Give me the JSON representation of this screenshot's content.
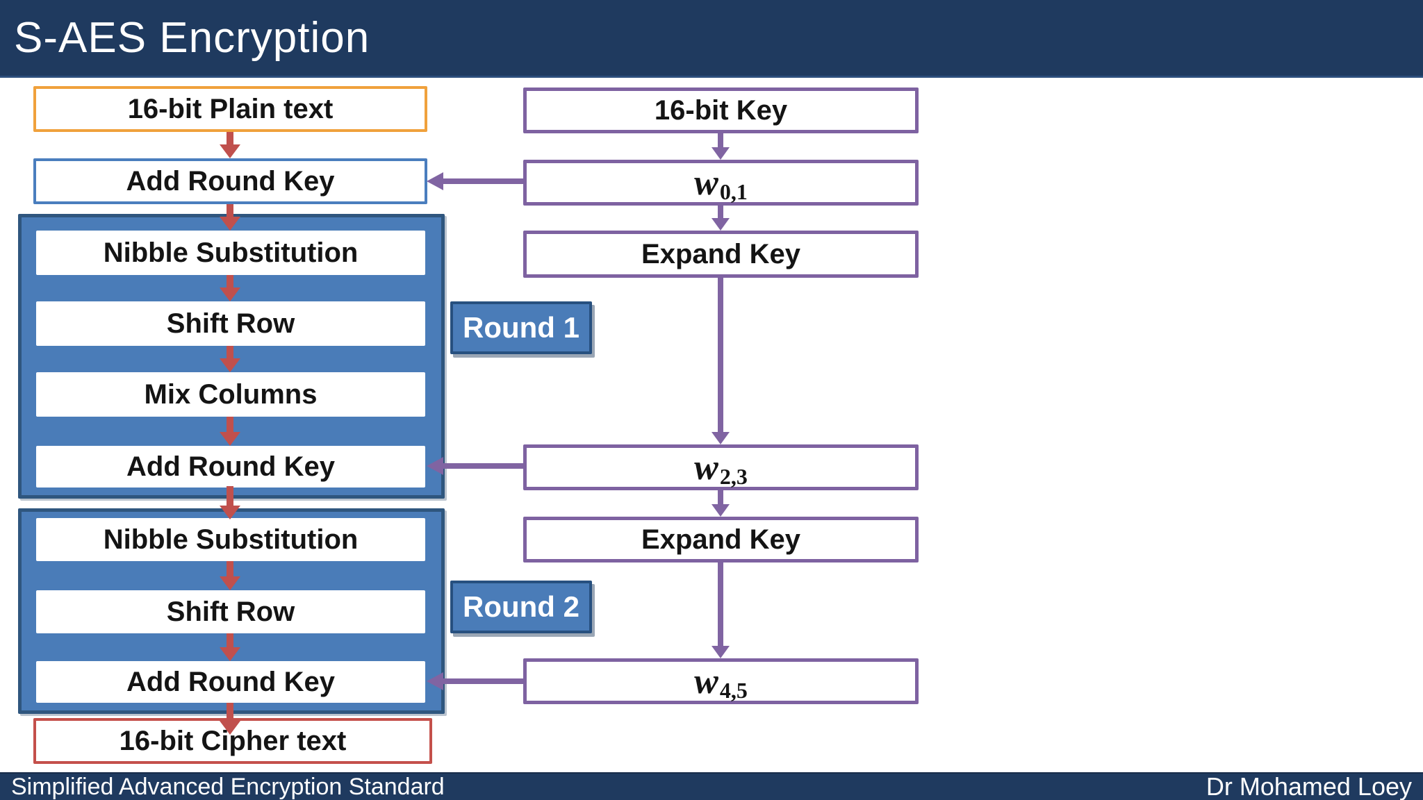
{
  "header": {
    "title": "S-AES Encryption"
  },
  "footer": {
    "left": "Simplified Advanced Encryption Standard",
    "right": "Dr Mohamed Loey"
  },
  "state_flow": {
    "plain_text": "16-bit Plain text",
    "add_round_key": "Add Round Key",
    "round1": {
      "label": "Round 1",
      "steps": [
        "Nibble Substitution",
        "Shift Row",
        "Mix Columns",
        "Add Round Key"
      ]
    },
    "round2": {
      "label": "Round 2",
      "steps": [
        "Nibble Substitution",
        "Shift Row",
        "Add Round Key"
      ]
    },
    "cipher_text": "16-bit Cipher text"
  },
  "key_flow": {
    "key": "16-bit Key",
    "w01": {
      "base": "w",
      "sub": "0,1"
    },
    "expand_key_1": "Expand Key",
    "w23": {
      "base": "w",
      "sub": "2,3"
    },
    "expand_key_2": "Expand Key",
    "w45": {
      "base": "w",
      "sub": "4,5"
    }
  },
  "colors": {
    "header_bg": "#1F3A5F",
    "footer_bg": "#1F3A5F",
    "title_text": "#FFFFFF",
    "container_fill": "#4A7CB8",
    "container_border": "#2F567E",
    "round_label_fill": "#4A7CB8",
    "round_label_border": "#27507F",
    "arrow_red": "#C0504D",
    "arrow_purple": "#8064A2",
    "plain_border": "#F0A13C",
    "ark_border": "#4A7EBE",
    "cipher_border": "#C4504B",
    "key_border": "#7E62A1",
    "box_text": "#141414"
  }
}
